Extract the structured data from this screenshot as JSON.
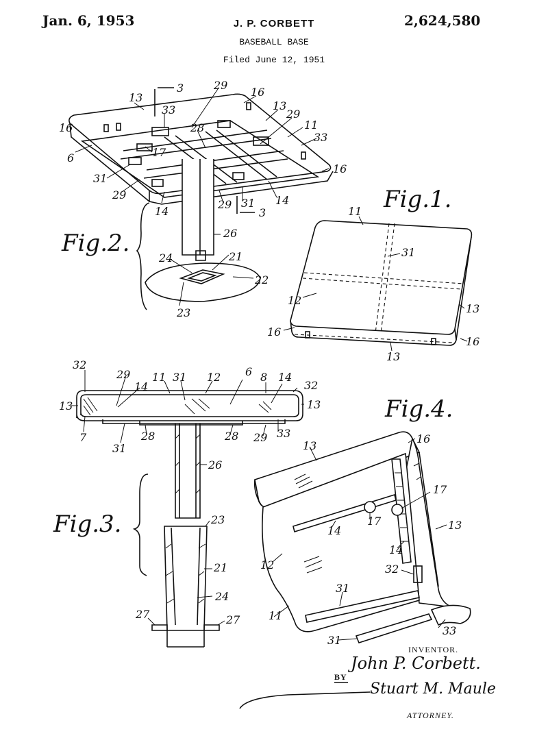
{
  "header": {
    "date": "Jan. 6, 1953",
    "inventor": "J. P. CORBETT",
    "patent_number": "2,624,580",
    "title": "BASEBALL BASE",
    "filed": "Filed June 12, 1951"
  },
  "figures": {
    "fig1": "Fig.1.",
    "fig2": "Fig.2.",
    "fig3": "Fig.3.",
    "fig4": "Fig.4."
  },
  "section_marks": {
    "top": "3",
    "bottom": "3"
  },
  "reference_numerals": {
    "fig2": [
      "13",
      "29",
      "16",
      "33",
      "13",
      "29",
      "11",
      "16",
      "28",
      "33",
      "6",
      "17",
      "31",
      "29",
      "16",
      "29",
      "31",
      "14",
      "14",
      "26",
      "24",
      "21",
      "22",
      "23"
    ],
    "fig1": [
      "11",
      "31",
      "12",
      "13",
      "16",
      "13",
      "16"
    ],
    "fig3": [
      "32",
      "29",
      "11",
      "31",
      "12",
      "6",
      "8",
      "14",
      "32",
      "14",
      "13",
      "13",
      "7",
      "31",
      "28",
      "28",
      "29",
      "33",
      "26",
      "23",
      "21",
      "24",
      "27",
      "27"
    ],
    "fig4": [
      "13",
      "16",
      "17",
      "17",
      "14",
      "14",
      "13",
      "12",
      "32",
      "31",
      "11",
      "33",
      "31"
    ]
  },
  "signature": {
    "inventor_caption": "INVENTOR.",
    "inventor_name": "John P. Corbett.",
    "by": "BY",
    "attorney_name": "Stuart M. Maule",
    "attorney_caption": "ATTORNEY."
  }
}
